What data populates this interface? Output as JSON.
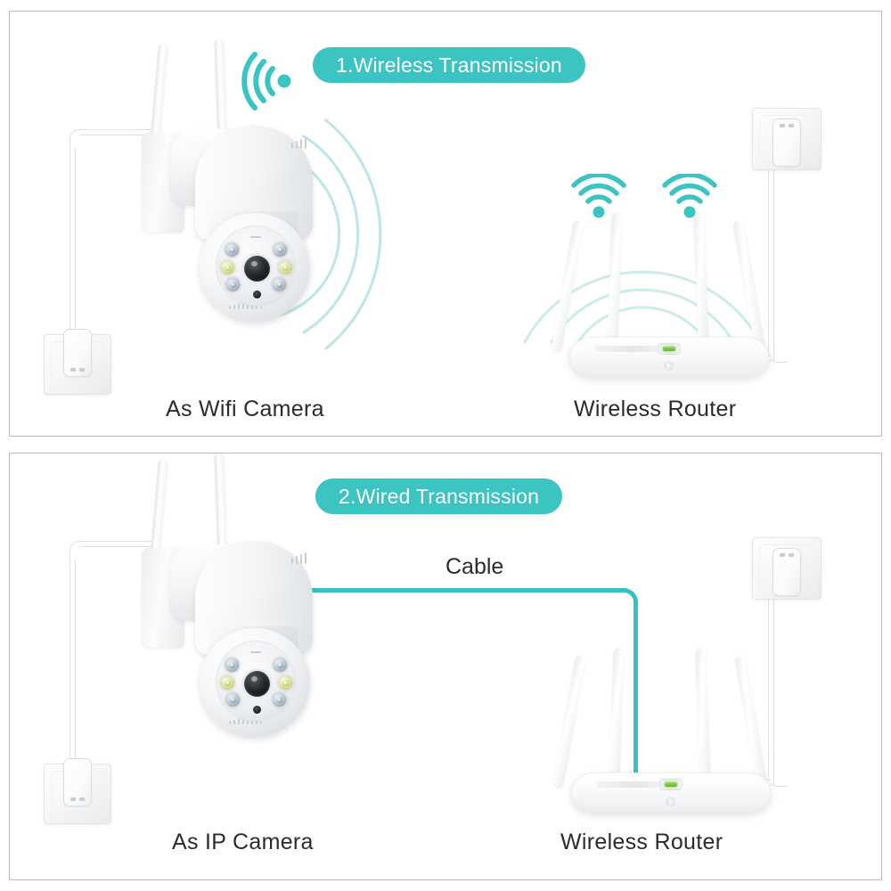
{
  "document": {
    "type": "product-diagram",
    "theme_color": "#3cc4c2",
    "background": "#ffffff"
  },
  "panels": [
    {
      "id": "panel-1",
      "title": "1.Wireless Transmission",
      "devices": [
        {
          "name": "As Wifi Camera",
          "type": "ptz-wifi-camera",
          "icons": [
            "wifi-icon",
            "signal-arcs"
          ]
        },
        {
          "name": "Wireless Router",
          "type": "wireless-router",
          "icons": [
            "wifi-icon",
            "wifi-icon",
            "signal-arcs"
          ]
        }
      ],
      "connections": [
        {
          "kind": "power-cable",
          "color": "#ffffff",
          "from": "camera",
          "to": "wall-outlet-left"
        },
        {
          "kind": "power-cable",
          "color": "#ffffff",
          "from": "router",
          "to": "wall-outlet-right"
        },
        {
          "kind": "wireless",
          "color": "#3cc4c2",
          "from": "camera",
          "to": "router"
        }
      ]
    },
    {
      "id": "panel-2",
      "title": "2.Wired Transmission",
      "cable_label": "Cable",
      "devices": [
        {
          "name": "As IP Camera",
          "type": "ptz-ip-camera",
          "icons": []
        },
        {
          "name": "Wireless Router",
          "type": "wireless-router",
          "icons": []
        }
      ],
      "connections": [
        {
          "kind": "power-cable",
          "color": "#ffffff",
          "from": "camera",
          "to": "wall-outlet-left"
        },
        {
          "kind": "power-cable",
          "color": "#ffffff",
          "from": "router",
          "to": "wall-outlet-right"
        },
        {
          "kind": "ethernet-cable",
          "color": "#35c2c0",
          "from": "camera",
          "to": "router",
          "label": "Cable"
        }
      ]
    }
  ],
  "labels": {
    "panel1_title": "1.Wireless Transmission",
    "panel1_camera": "As Wifi Camera",
    "panel1_router": "Wireless Router",
    "panel2_title": "2.Wired Transmission",
    "panel2_camera": "As IP Camera",
    "panel2_router": "Wireless Router",
    "panel2_cable": "Cable"
  },
  "colors": {
    "accent_teal": "#3cc4c2",
    "cable_teal": "#35c2c0",
    "arc_teal": "#bfe7e6",
    "panel_border": "#b9b9b9",
    "text": "#2b2b2b",
    "led_green": "#6ebe3c"
  }
}
